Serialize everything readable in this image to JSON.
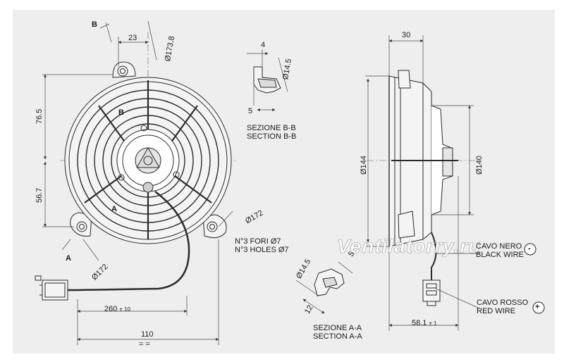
{
  "watermark": "Ventilatorry.ru",
  "front_view": {
    "dims": {
      "d23": "23",
      "d173_8": "Ø173.8",
      "d76_5": "76.5",
      "d56_7": "56.7",
      "d172_top": "Ø172",
      "d172_bottom": "Ø172",
      "d260": "260",
      "d260_tol": "± 10",
      "d110": "110",
      "equal_marks": "= ="
    },
    "sections": {
      "b_top": "B",
      "b_mid": "B",
      "a_mid": "A",
      "a_bottom": "A"
    },
    "holes_it": "N°3 FORI Ø7",
    "holes_en": "N°3 HOLES Ø7"
  },
  "section_bb": {
    "d4": "4",
    "d14_5": "Ø14.5",
    "d5": "5",
    "title_it": "SEZIONE B-B",
    "title_en": "SECTION B-B"
  },
  "section_aa": {
    "d14_5": "Ø14.5",
    "d5": "5",
    "d12": "12",
    "title_it": "SEZIONE A-A",
    "title_en": "SECTION A-A"
  },
  "side_view": {
    "d30": "30",
    "d144": "Ø144",
    "d140": "Ø140",
    "d58_1": "58.1",
    "d58_1_tol": "± 1"
  },
  "wires": {
    "black_it": "CAVO NERO",
    "black_en": "BLACK WIRE",
    "black_symbol": "-",
    "red_it": "CAVO ROSSO",
    "red_en": "RED WIRE",
    "red_symbol": "+"
  },
  "colors": {
    "line": "#2b2b2b",
    "dim": "#4a4a4a",
    "background": "#eeeeee",
    "fan_fill": "#f4f4f4"
  }
}
